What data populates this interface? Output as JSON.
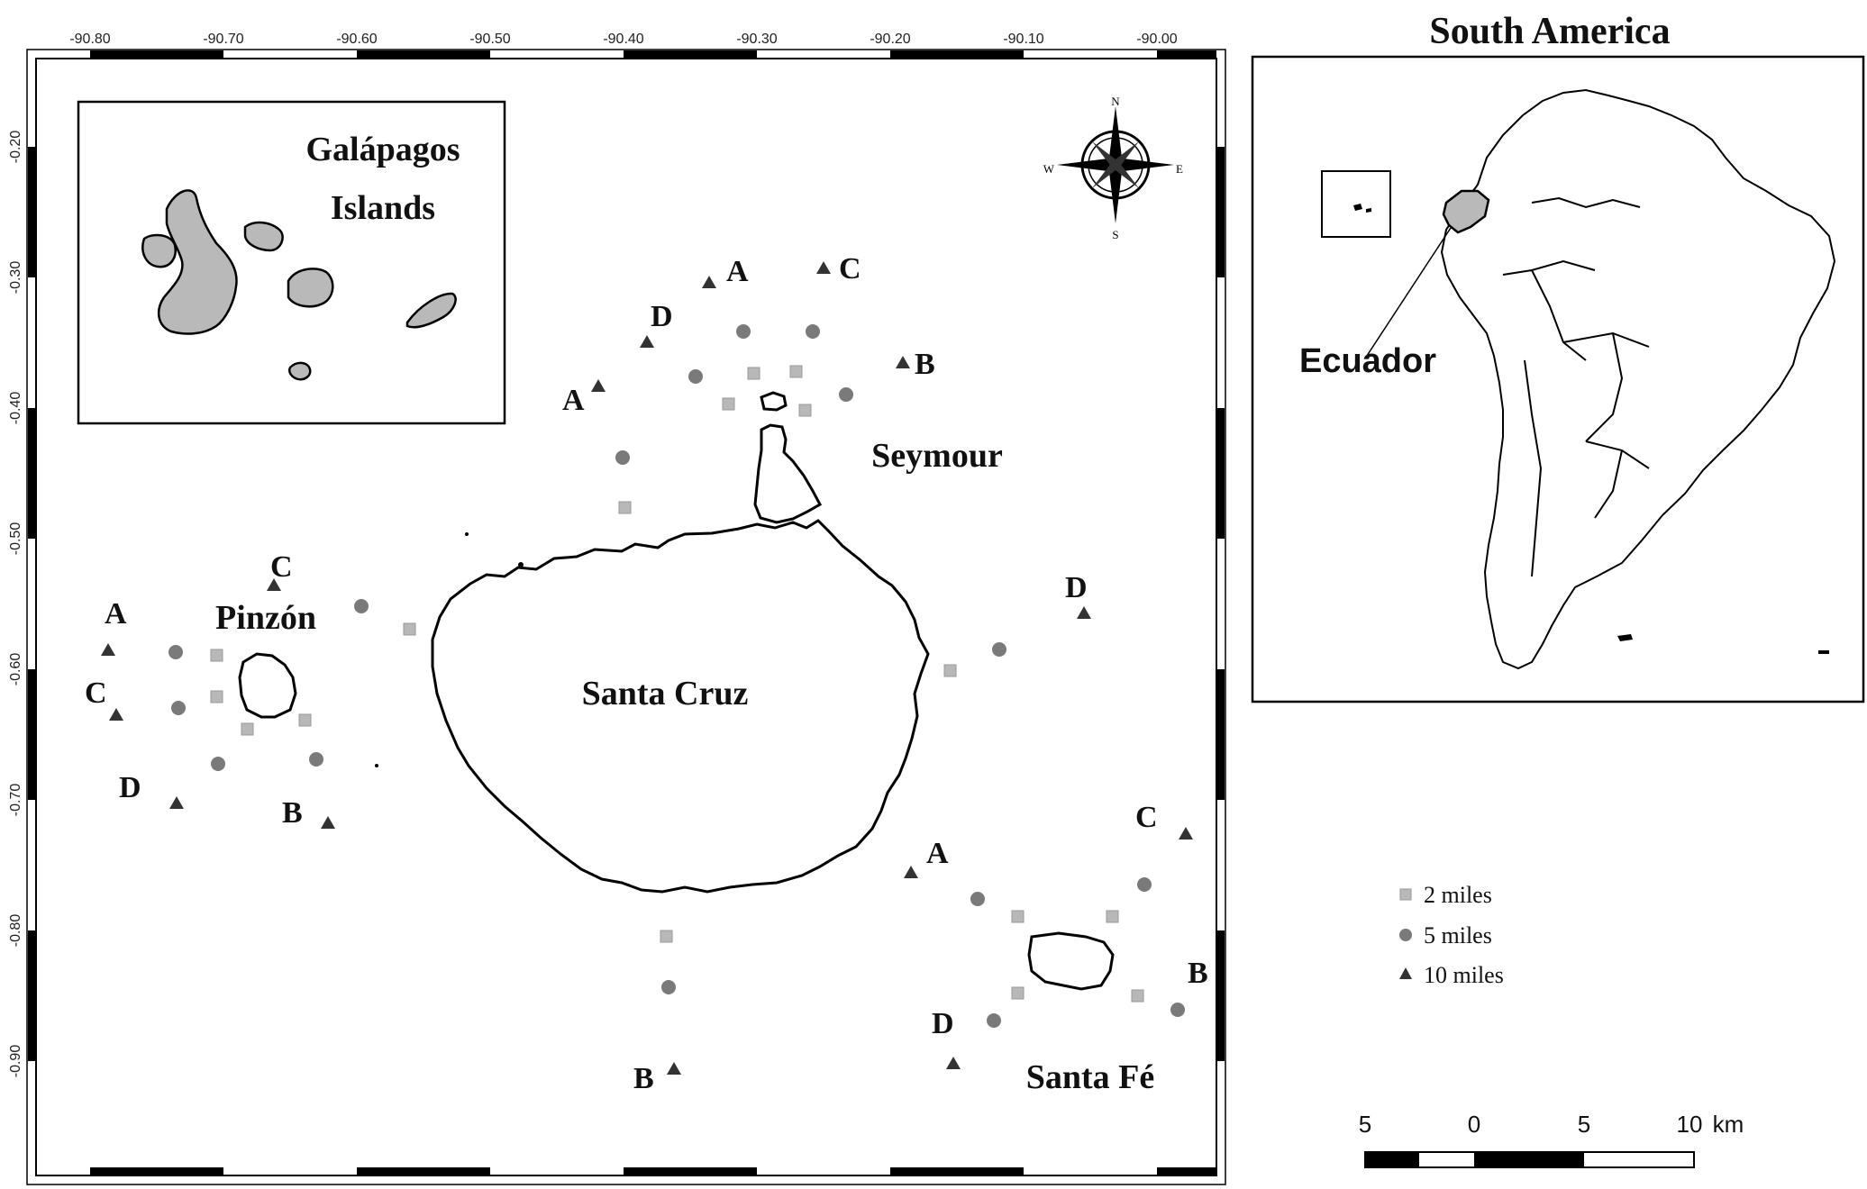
{
  "map": {
    "lon_ticks": [
      "-90.80",
      "-90.70",
      "-90.60",
      "-90.50",
      "-90.40",
      "-90.30",
      "-90.20",
      "-90.10",
      "-90.00"
    ],
    "lat_ticks": [
      "-0.20",
      "-0.30",
      "-0.40",
      "-0.50",
      "-0.60",
      "-0.70",
      "-0.80",
      "-0.90"
    ],
    "islands": {
      "santa_cruz": "Santa Cruz",
      "seymour": "Seymour",
      "pinzon": "Pinzón",
      "santa_fe": "Santa Fé"
    },
    "galapagos_inset": {
      "line1": "Galápagos",
      "line2": "Islands"
    },
    "compass": {
      "n": "N",
      "s": "S",
      "e": "E",
      "w": "W"
    },
    "sites": {
      "A": "A",
      "B": "B",
      "C": "C",
      "D": "D"
    },
    "legend": {
      "two_miles": "2 miles",
      "five_miles": "5 miles",
      "ten_miles": "10 miles",
      "color_square": "#b8b8b8",
      "color_circle": "#7a7a7a",
      "color_triangle": "#333333"
    },
    "scale_bar": {
      "t5l": "5",
      "t0": "0",
      "t5r": "5",
      "t10": "10",
      "unit": "km"
    }
  },
  "south_america": {
    "title": "South America",
    "ecuador": "Ecuador"
  }
}
